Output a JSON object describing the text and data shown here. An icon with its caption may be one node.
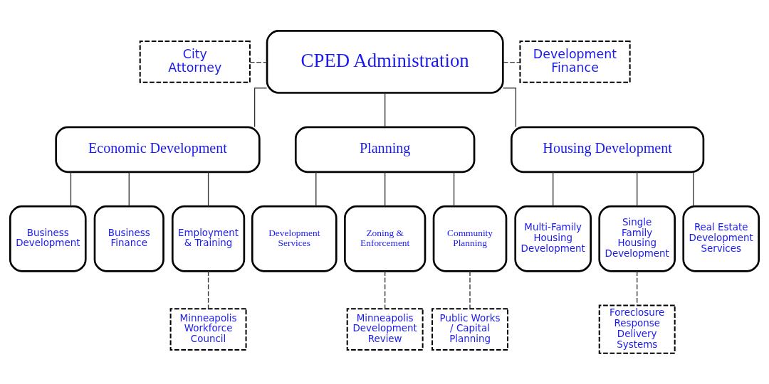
{
  "diagram": {
    "nodes": [
      {
        "text": [
          "CPED Administration"
        ]
      },
      {
        "text": [
          "City Attorney"
        ]
      },
      {
        "text": [
          "Development Finance"
        ]
      },
      {
        "text": [
          "Economic Development"
        ]
      },
      {
        "text": [
          "Planning"
        ]
      },
      {
        "text": [
          "Housing Development"
        ]
      },
      {
        "text": [
          "Business Development"
        ]
      },
      {
        "text": [
          "Business Finance"
        ]
      },
      {
        "text": [
          "Employment & Training"
        ]
      },
      {
        "text": [
          "Development Services"
        ]
      },
      {
        "text": [
          "Zoning & Enforcement"
        ]
      },
      {
        "text": [
          "Community Planning"
        ]
      },
      {
        "text": [
          "Multi-Family Housing Development"
        ]
      },
      {
        "text": [
          "Single Family Housing Development"
        ]
      },
      {
        "text": [
          "Real Estate Development Services"
        ]
      },
      {
        "text": [
          "Minneapolis Workforce Council"
        ]
      },
      {
        "text": [
          "Minneapolis Development Review"
        ]
      },
      {
        "text": [
          "Public Works / Capital Planning"
        ]
      },
      {
        "text": [
          "Foreclosure Response Delivery Systems"
        ]
      }
    ],
    "edges": [
      {
        "from": 1,
        "to": 0,
        "arrow": "none",
        "style": "dashed"
      },
      {
        "from": 0,
        "to": 2,
        "arrow": "none",
        "style": "dashed"
      },
      {
        "from": 0,
        "to": 3,
        "arrow": "none"
      },
      {
        "from": 0,
        "to": 4,
        "arrow": "none"
      },
      {
        "from": 0,
        "to": 5,
        "arrow": "none"
      },
      {
        "from": 3,
        "to": 6,
        "arrow": "none"
      },
      {
        "from": 3,
        "to": 7,
        "arrow": "none"
      },
      {
        "from": 3,
        "to": 8,
        "arrow": "none"
      },
      {
        "from": 4,
        "to": 9,
        "arrow": "none"
      },
      {
        "from": 4,
        "to": 10,
        "arrow": "none"
      },
      {
        "from": 4,
        "to": 11,
        "arrow": "none"
      },
      {
        "from": 5,
        "to": 12,
        "arrow": "none"
      },
      {
        "from": 5,
        "to": 13,
        "arrow": "none"
      },
      {
        "from": 5,
        "to": 14,
        "arrow": "none"
      },
      {
        "from": 8,
        "to": 15,
        "arrow": "none",
        "style": "dashed"
      },
      {
        "from": 10,
        "to": 16,
        "arrow": "none",
        "style": "dashed"
      },
      {
        "from": 11,
        "to": 17,
        "arrow": "none",
        "style": "dashed"
      },
      {
        "from": 13,
        "to": 18,
        "arrow": "none",
        "style": "dashed"
      }
    ]
  }
}
